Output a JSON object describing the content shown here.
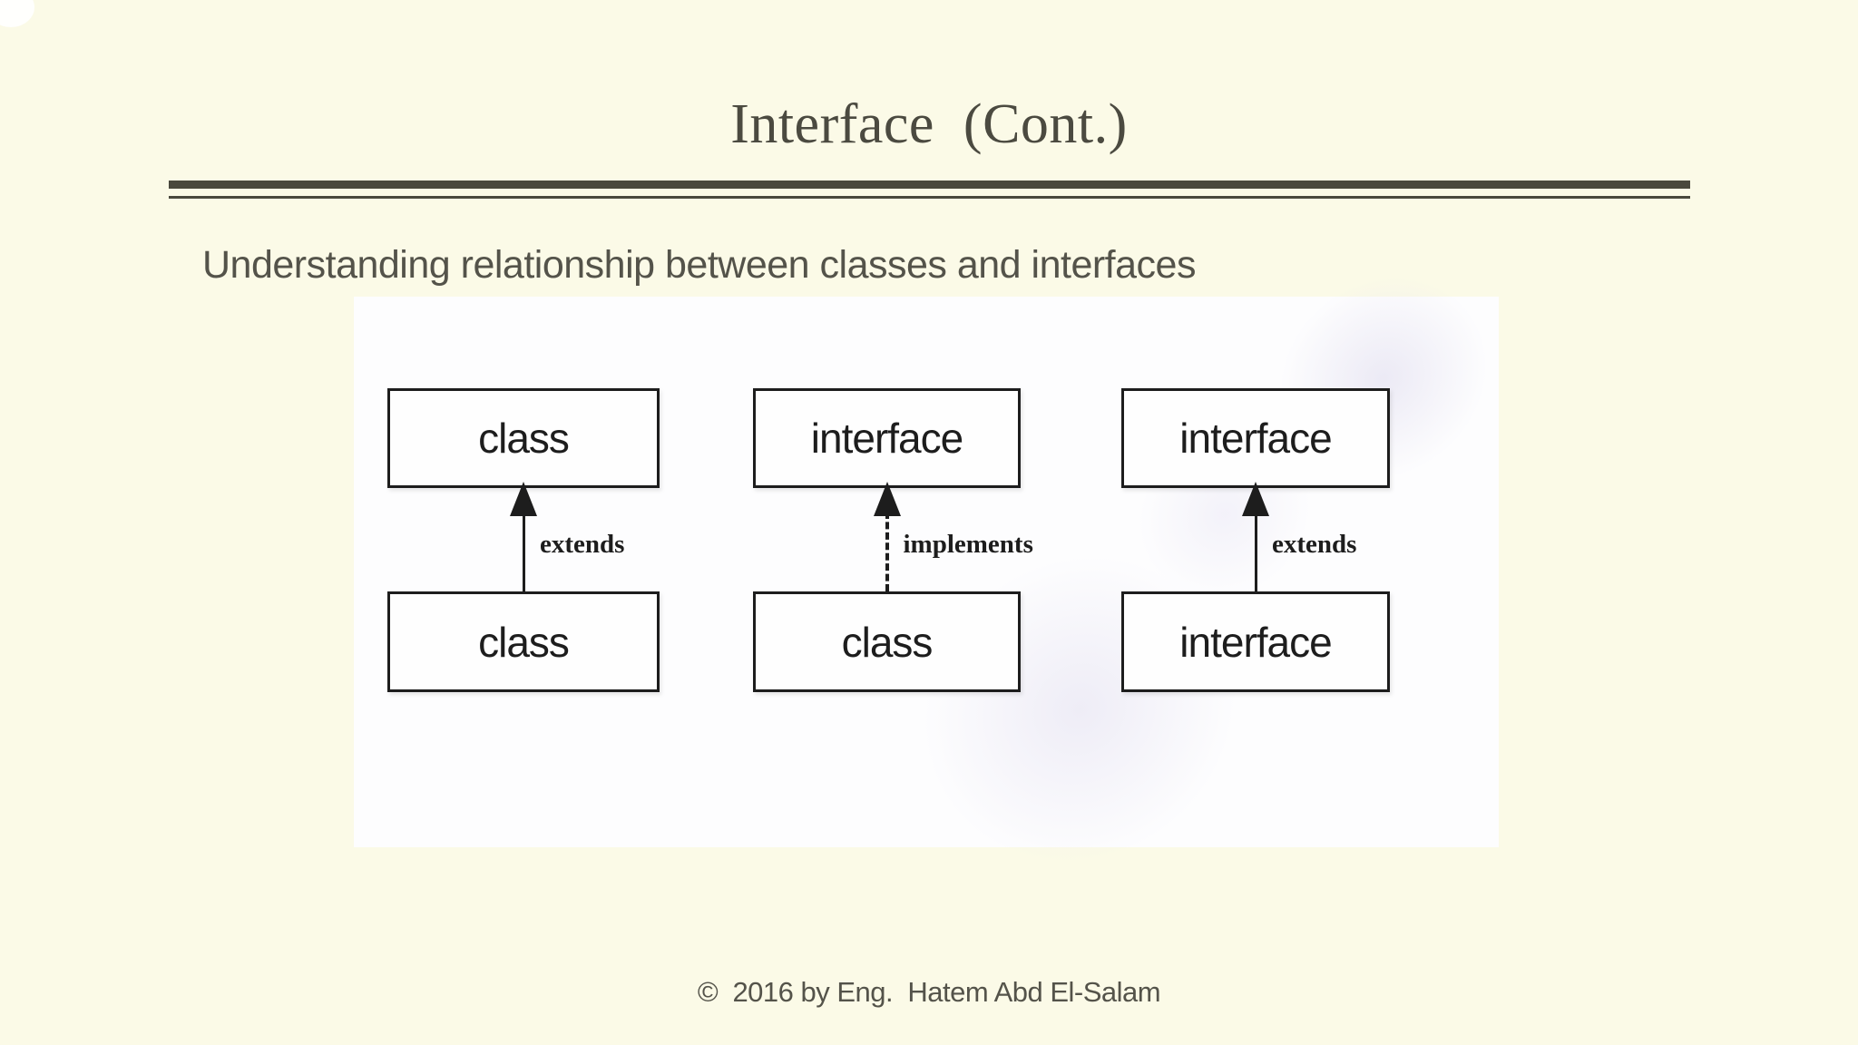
{
  "slide": {
    "title": "Interface  (Cont.)",
    "subtitle": "Understanding relationship between classes and interfaces",
    "footer": "©  2016 by Eng.  Hatem Abd El-Salam"
  },
  "diagram": {
    "pairs": [
      {
        "top": "class",
        "bottom": "class",
        "relation": "extends",
        "line_style": "solid"
      },
      {
        "top": "interface",
        "bottom": "class",
        "relation": "implements",
        "line_style": "dashed"
      },
      {
        "top": "interface",
        "bottom": "interface",
        "relation": "extends",
        "line_style": "solid"
      }
    ]
  },
  "colors": {
    "background": "#fbfae7",
    "rule": "#49483d",
    "title_text": "#4b4a40",
    "body_text": "#54534a",
    "panel": "#fdfdfe",
    "diagram_ink": "#1d1d1d"
  }
}
